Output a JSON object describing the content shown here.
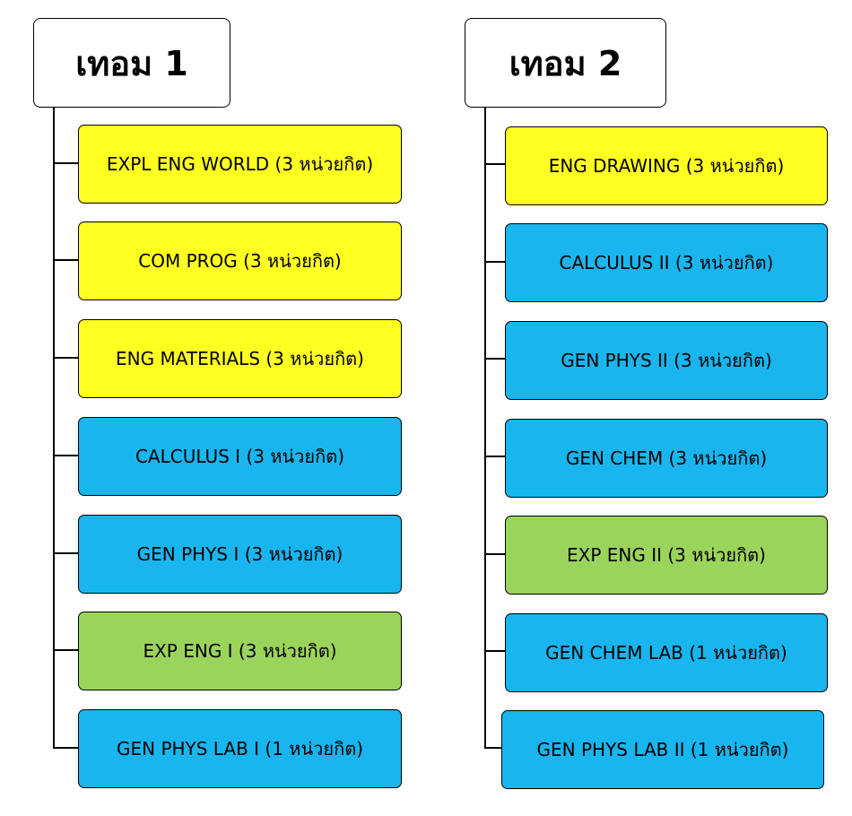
{
  "colors": {
    "yellow": "#ffff22",
    "blue": "#19b5ee",
    "green": "#9bd45a"
  },
  "terms": [
    {
      "title": "เทอม 1",
      "courses": [
        {
          "label": "EXPL ENG WORLD (3 หน่วยกิต)",
          "color": "yellow"
        },
        {
          "label": "COM PROG (3 หน่วยกิต)",
          "color": "yellow"
        },
        {
          "label": "ENG MATERIALS (3 หน่วยกิต)",
          "color": "yellow"
        },
        {
          "label": "CALCULUS I (3 หน่วยกิต)",
          "color": "blue"
        },
        {
          "label": "GEN PHYS I (3 หน่วยกิต)",
          "color": "blue"
        },
        {
          "label": "EXP ENG I (3 หน่วยกิต)",
          "color": "green"
        },
        {
          "label": "GEN PHYS LAB I (1 หน่วยกิต)",
          "color": "blue"
        }
      ]
    },
    {
      "title": "เทอม 2",
      "courses": [
        {
          "label": "ENG DRAWING (3 หน่วยกิต)",
          "color": "yellow"
        },
        {
          "label": "CALCULUS II (3 หน่วยกิต)",
          "color": "blue"
        },
        {
          "label": "GEN PHYS II (3 หน่วยกิต)",
          "color": "blue"
        },
        {
          "label": "GEN CHEM (3 หน่วยกิต)",
          "color": "blue"
        },
        {
          "label": "EXP ENG II (3 หน่วยกิต)",
          "color": "green"
        },
        {
          "label": "GEN CHEM LAB (1 หน่วยกิต)",
          "color": "blue"
        },
        {
          "label": "GEN PHYS LAB II (1 หน่วยกิต)",
          "color": "blue"
        }
      ]
    }
  ]
}
